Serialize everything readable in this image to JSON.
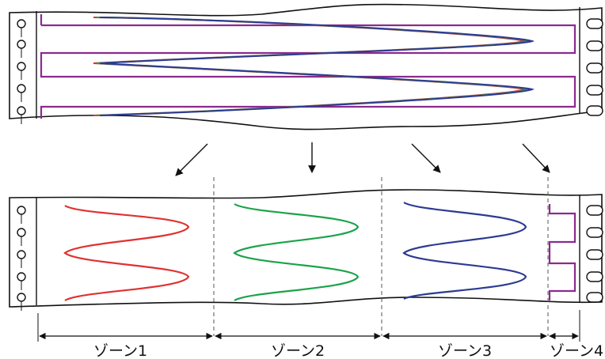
{
  "zones": [
    {
      "label": "ゾーン1"
    },
    {
      "label": "ゾーン2"
    },
    {
      "label": "ゾーン3"
    },
    {
      "label": "ゾーン4"
    }
  ],
  "colors": {
    "outline": "#111111",
    "zone1_trace": "#e03131",
    "zone2_trace": "#1aa34a",
    "zone3_trace": "#2d3a92",
    "zone4_trace": "#8b2a8f",
    "frame": "#8b2a8f"
  },
  "icons": [
    "sprocket-hole-icon",
    "feed-slot-icon",
    "arrow-icon"
  ]
}
